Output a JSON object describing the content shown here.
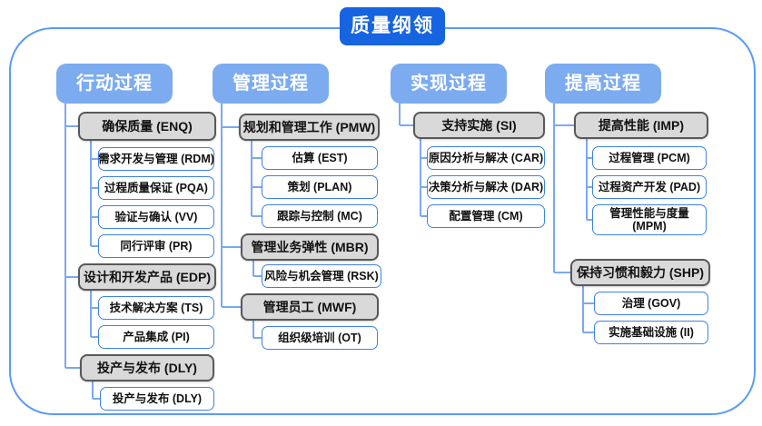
{
  "title": "质量纲领",
  "colors": {
    "title_bg": "#1664e0",
    "header_bg": "#7cabf0",
    "group_bg": "#d9d9d9",
    "group_border": "#595959",
    "leaf_border": "#3e82e6",
    "connector": "#7aa9f2",
    "frame_border": "#5b9bf3"
  },
  "columns": [
    {
      "header": "行动过程",
      "groups": [
        {
          "label": "确保质量 (ENQ)",
          "children": [
            "需求开发与管理 (RDM)",
            "过程质量保证 (PQA)",
            "验证与确认 (VV)",
            "同行评审 (PR)"
          ]
        },
        {
          "label": "设计和开发产品 (EDP)",
          "children": [
            "技术解决方案 (TS)",
            "产品集成 (PI)"
          ]
        },
        {
          "label": "投产与发布 (DLY)",
          "children": [
            "投产与发布 (DLY)"
          ]
        }
      ]
    },
    {
      "header": "管理过程",
      "groups": [
        {
          "label": "规划和管理工作 (PMW)",
          "children": [
            "估算 (EST)",
            "策划 (PLAN)",
            "跟踪与控制 (MC)"
          ]
        },
        {
          "label": "管理业务弹性 (MBR)",
          "children": [
            "风险与机会管理 (RSK)"
          ]
        },
        {
          "label": "管理员工 (MWF)",
          "children": [
            "组织级培训 (OT)"
          ]
        }
      ]
    },
    {
      "header": "实现过程",
      "groups": [
        {
          "label": "支持实施 (SI)",
          "children": [
            "原因分析与解决 (CAR)",
            "决策分析与解决 (DAR)",
            "配置管理 (CM)"
          ]
        }
      ]
    },
    {
      "header": "提高过程",
      "groups": [
        {
          "label": "提高性能 (IMP)",
          "children": [
            "过程管理 (PCM)",
            "过程资产开发 (PAD)",
            "管理性能与度量 (MPM)"
          ]
        },
        {
          "label": "保持习惯和毅力 (SHP)",
          "children": [
            "治理 (GOV)",
            "实施基础设施 (II)"
          ]
        }
      ]
    }
  ]
}
